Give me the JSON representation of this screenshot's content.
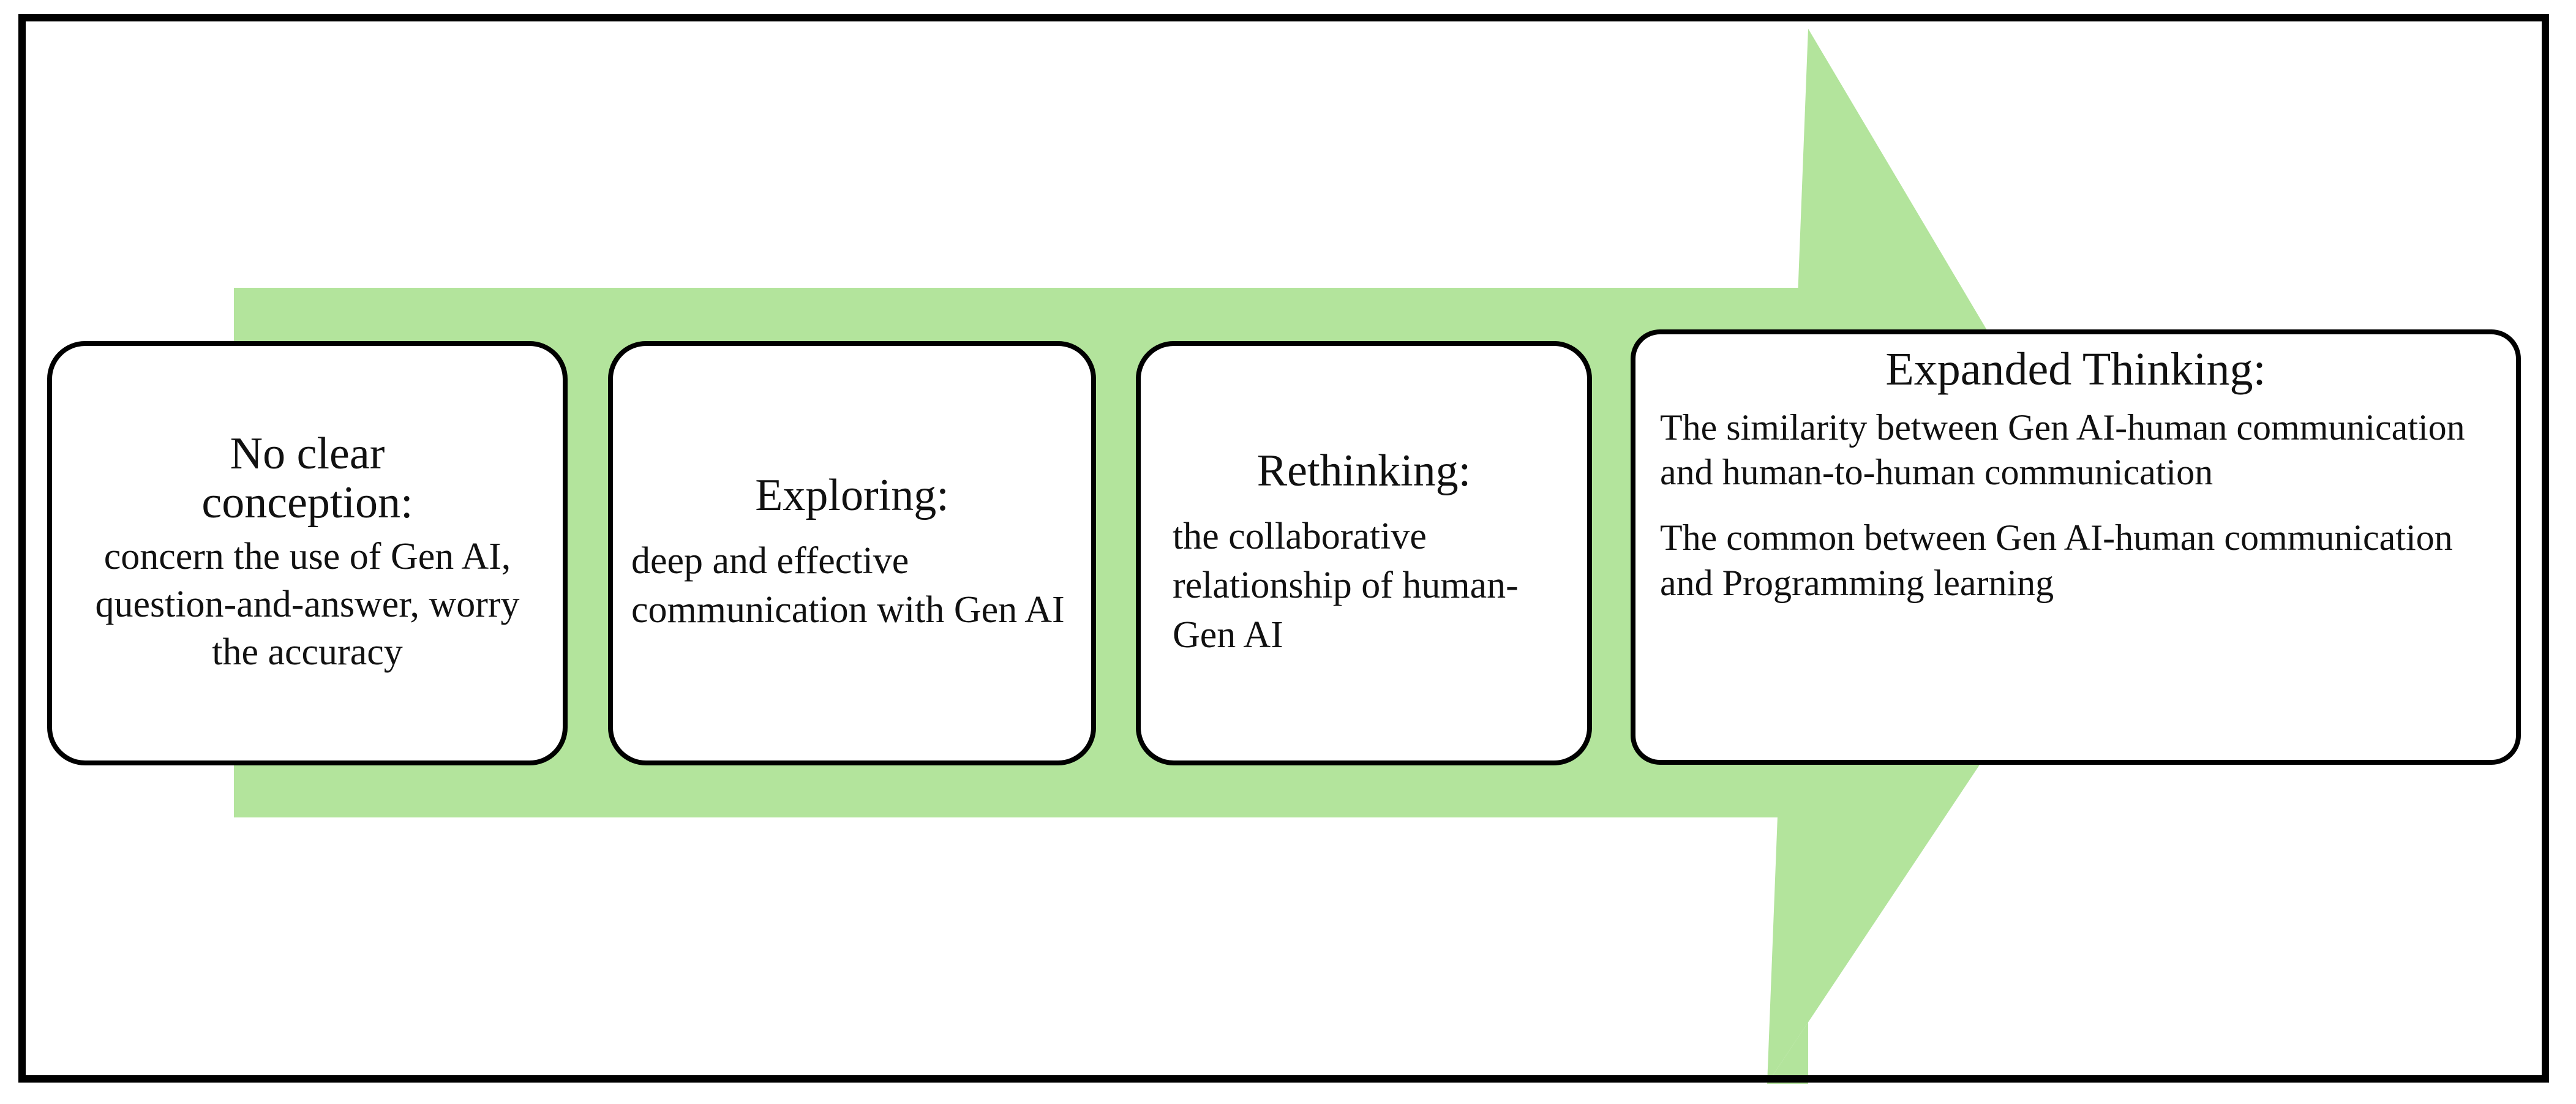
{
  "figure": {
    "kind": "process-arrow-diagram",
    "direction": "left-to-right",
    "colors": {
      "arrow_fill": "#B3E49C",
      "box_fill": "#FFFFFF",
      "box_border": "#000000",
      "frame_border": "#000000",
      "text": "#111111"
    }
  },
  "stages": [
    {
      "id": "no-clear-conception",
      "heading": "No clear\nconception:",
      "body": "concern the use of Gen AI, question-and-answer, worry the accuracy",
      "body2": ""
    },
    {
      "id": "exploring",
      "heading": "Exploring:",
      "body": "deep and effective communication with Gen AI",
      "body2": ""
    },
    {
      "id": "rethinking",
      "heading": "Rethinking:",
      "body": "the collaborative relationship of human-Gen AI",
      "body2": ""
    },
    {
      "id": "expanded-thinking",
      "heading": "Expanded Thinking:",
      "body": "The similarity between Gen AI-human communication and human-to-human communication",
      "body2": "The common between Gen AI-human communication and Programming learning"
    }
  ]
}
